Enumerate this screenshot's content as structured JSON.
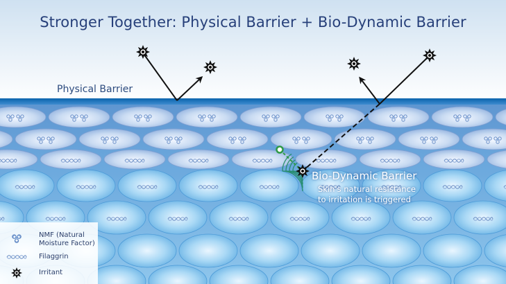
{
  "title": "Stronger Together: Physical Barrier + Bio-Dynamic Barrier",
  "labels": {
    "physical_barrier": "Physical Barrier",
    "bio_dynamic_title": "Bio-Dynamic Barrier",
    "bio_dynamic_line1": "Skin's natural resistance",
    "bio_dynamic_line2": "to irritation is triggered"
  },
  "legend": {
    "nmf_line1": "NMF (Natural",
    "nmf_line2": "Moisture Factor)",
    "filaggrin": "Filaggrin",
    "irritant": "Irritant"
  },
  "icons": {
    "irritant": "starburst-icon",
    "nmf": "nmf-cluster-icon",
    "filaggrin": "filaggrin-chain-icon",
    "receptor": "receptor-dot-icon"
  },
  "colors": {
    "title": "#27407a",
    "sky_top": "#cfe1f1",
    "sky_bottom": "#ffffff",
    "surface_line": "#0d6fb8",
    "flat_cell": "#a5bfe3",
    "round_cell": "#7cc0ea",
    "arrow": "#111111",
    "signal_waves": "#1e8a63",
    "receptor": "#2f9a46"
  }
}
